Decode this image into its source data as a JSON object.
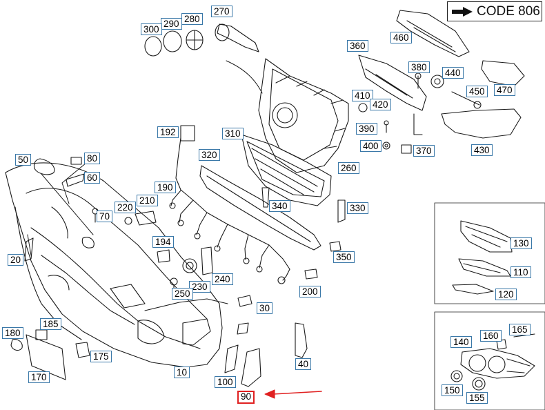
{
  "code_box": {
    "arrow_icon": "right-arrow-icon",
    "label": "CODE 806"
  },
  "callouts": [
    "270",
    "290",
    "280",
    "300",
    "460",
    "360",
    "380",
    "440",
    "470",
    "410",
    "420",
    "450",
    "390",
    "400",
    "370",
    "430",
    "192",
    "310",
    "320",
    "260",
    "50",
    "80",
    "60",
    "190",
    "340",
    "330",
    "210",
    "220",
    "70",
    "194",
    "130",
    "110",
    "350",
    "20",
    "240",
    "230",
    "250",
    "120",
    "30",
    "200",
    "180",
    "185",
    "165",
    "160",
    "140",
    "175",
    "170",
    "10",
    "40",
    "100",
    "150",
    "155",
    "90"
  ],
  "highlighted_callout": "90",
  "highlight_color": "#e02020",
  "callout_border_color": "#3a78a8"
}
